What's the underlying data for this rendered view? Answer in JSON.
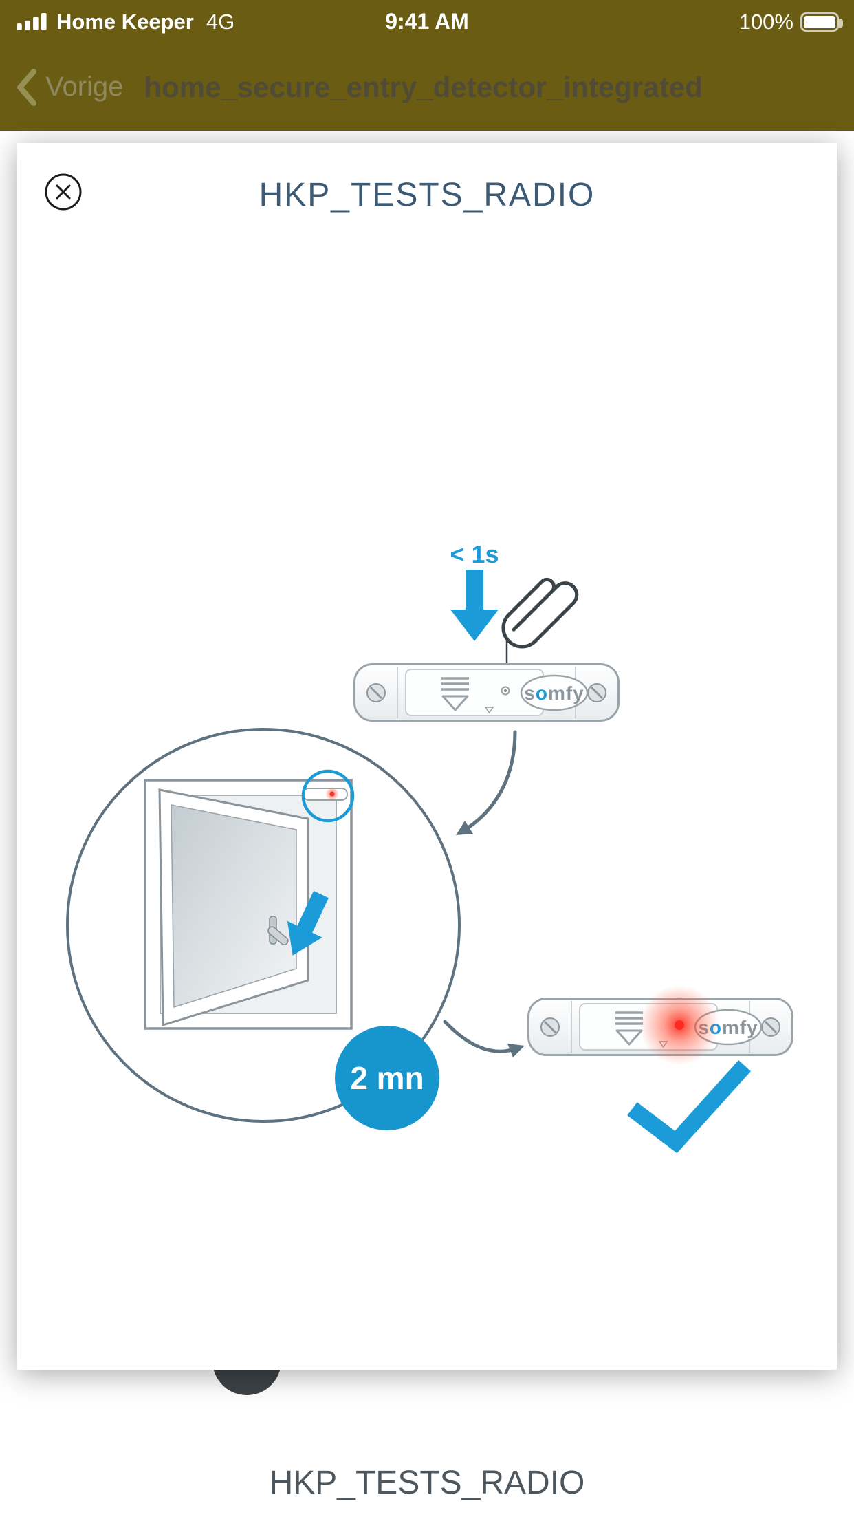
{
  "status_bar": {
    "carrier": "Home Keeper",
    "network": "4G",
    "time": "9:41 AM",
    "battery_percent": "100%"
  },
  "nav_bar": {
    "back_label": "Vorige",
    "title": "home_secure_entry_detector_integrated"
  },
  "modal": {
    "title": "HKP_TESTS_RADIO"
  },
  "illustration": {
    "press_label": "< 1s",
    "wait_label": "2 mn",
    "brand": {
      "s": "s",
      "o": "o",
      "mfy": "mfy"
    }
  },
  "background_page": {
    "title": "HKP_TESTS_RADIO"
  },
  "colors": {
    "header_background": "#6a5c12",
    "accent_blue": "#1b9cd8",
    "alert_red": "#e8372c",
    "diagram_gray": "#5f7280",
    "modal_title": "#3d5a75"
  }
}
